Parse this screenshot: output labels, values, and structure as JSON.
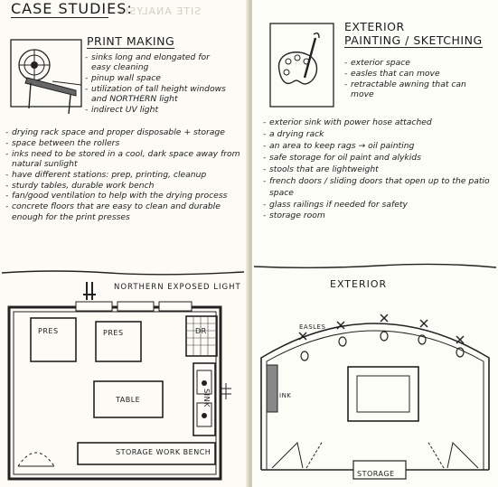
{
  "left_page": {
    "title": "CASE STUDIES:",
    "print_making": {
      "heading": "PRINT MAKING",
      "bullets_right": [
        "sinks long and elongated for easy cleaning",
        "pinup wall space",
        "utilization of tall height windows and NORTHERN light",
        "indirect UV light"
      ],
      "bullets_full": [
        "drying rack space and proper disposable + storage",
        "space between the rollers",
        "inks need to be stored in a cool, dark space away from natural sunlight",
        "have different stations: prep, printing, cleanup",
        "sturdy tables, durable work bench",
        "fan/good ventilation to help with the drying process",
        "concrete floors that are easy to clean and durable enough for the print presses"
      ]
    },
    "plan": {
      "title": "NORTHERN EXPOSED LIGHT",
      "labels": {
        "press1": "PRES",
        "press2": "PRES",
        "dr": "DR",
        "table": "TABLE",
        "sink": "SINK",
        "bench": "STORAGE WORK BENCH"
      }
    }
  },
  "right_page": {
    "exterior": {
      "heading_line1": "EXTERIOR",
      "heading_line2": "PAINTING / SKETCHING",
      "bullets_right": [
        "exterior space",
        "easles that can move",
        "retractable awning that can move"
      ],
      "bullets_full": [
        "exterior sink with power hose attached",
        "a drying rack",
        "an area to keep rags → oil painting",
        "safe storage for oil paint and alykids",
        "stools that are lightweight",
        "french doors / sliding doors that open up to the patio space",
        "glass railings if needed for safety",
        "storage room"
      ]
    },
    "plan": {
      "title": "EXTERIOR",
      "labels": {
        "easles": "EASLES",
        "sink": "INK",
        "storage": "STORAGE"
      }
    }
  }
}
